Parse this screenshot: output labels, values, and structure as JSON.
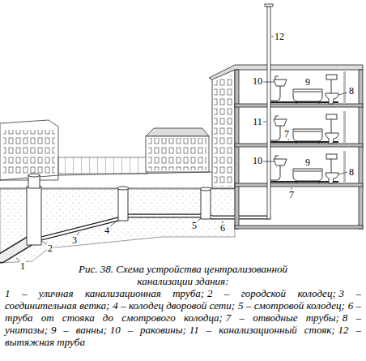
{
  "diagram": {
    "caption": "Рис. 38. Схема устройства централизованной канализации здания:",
    "labels": [
      "1",
      "2",
      "3",
      "4",
      "5",
      "6",
      "7",
      "7",
      "8",
      "8",
      "9",
      "9",
      "10",
      "10",
      "11",
      "12",
      "1 – уличная канализационная труба;",
      "2 – городской колодец;",
      "3 – соединительная ветка;",
      "4 – колодец дворовой сети;",
      "5 – смотровой колодец;",
      "6 – труба от стояка до смотрового колодца;",
      "7 – отводные трубы;",
      "8 – унитазы;",
      "9 – ванны;",
      "10 – раковины;",
      "11 – канализационный стояк;",
      "12 – вытяжная труба"
    ]
  }
}
